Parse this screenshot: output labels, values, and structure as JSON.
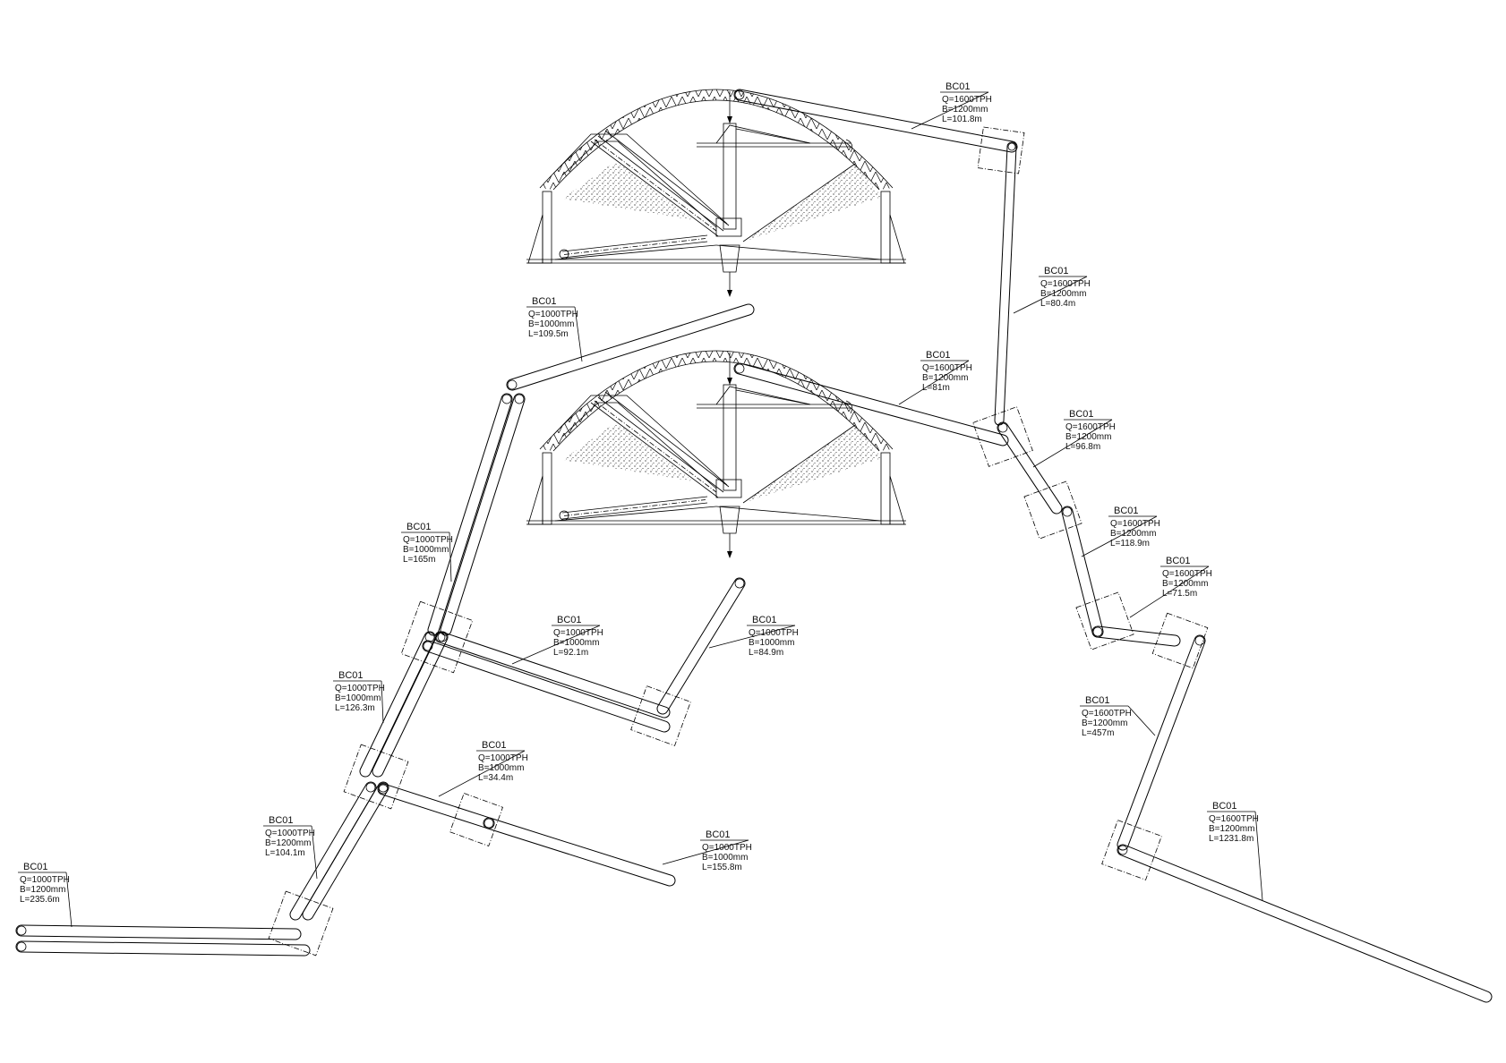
{
  "colors": {
    "ink": "#000000",
    "background": "#ffffff"
  },
  "labels": [
    {
      "id": "L1",
      "tag": "BC01",
      "q": "Q=1600TPH",
      "b": "B=1200mm",
      "l": "L=101.8m"
    },
    {
      "id": "L2",
      "tag": "BC01",
      "q": "Q=1000TPH",
      "b": "B=1000mm",
      "l": "L=109.5m"
    },
    {
      "id": "L3",
      "tag": "BC01",
      "q": "Q=1600TPH",
      "b": "B=1200mm",
      "l": "L=80.4m"
    },
    {
      "id": "L4",
      "tag": "BC01",
      "q": "Q=1600TPH",
      "b": "B=1200mm",
      "l": "L=81m"
    },
    {
      "id": "L5",
      "tag": "BC01",
      "q": "Q=1600TPH",
      "b": "B=1200mm",
      "l": "L=96.8m"
    },
    {
      "id": "L6",
      "tag": "BC01",
      "q": "Q=1600TPH",
      "b": "B=1200mm",
      "l": "L=118.9m"
    },
    {
      "id": "L7",
      "tag": "BC01",
      "q": "Q=1000TPH",
      "b": "B=1000mm",
      "l": "L=165m"
    },
    {
      "id": "L8",
      "tag": "BC01",
      "q": "Q=1600TPH",
      "b": "B=1200mm",
      "l": "L=71.5m"
    },
    {
      "id": "L9",
      "tag": "BC01",
      "q": "Q=1000TPH",
      "b": "B=1000mm",
      "l": "L=92.1m"
    },
    {
      "id": "L10",
      "tag": "BC01",
      "q": "Q=1000TPH",
      "b": "B=1000mm",
      "l": "L=84.9m"
    },
    {
      "id": "L11",
      "tag": "BC01",
      "q": "Q=1000TPH",
      "b": "B=1000mm",
      "l": "L=126.3m"
    },
    {
      "id": "L12",
      "tag": "BC01",
      "q": "Q=1600TPH",
      "b": "B=1200mm",
      "l": "L=457m"
    },
    {
      "id": "L13",
      "tag": "BC01",
      "q": "Q=1000TPH",
      "b": "B=1000mm",
      "l": "L=34.4m"
    },
    {
      "id": "L14",
      "tag": "BC01",
      "q": "Q=1600TPH",
      "b": "B=1200mm",
      "l": "L=1231.8m"
    },
    {
      "id": "L15",
      "tag": "BC01",
      "q": "Q=1000TPH",
      "b": "B=1200mm",
      "l": "L=104.1m"
    },
    {
      "id": "L16",
      "tag": "BC01",
      "q": "Q=1000TPH",
      "b": "B=1000mm",
      "l": "L=155.8m"
    },
    {
      "id": "L17",
      "tag": "BC01",
      "q": "Q=1000TPH",
      "b": "B=1200mm",
      "l": "L=235.6m"
    }
  ]
}
